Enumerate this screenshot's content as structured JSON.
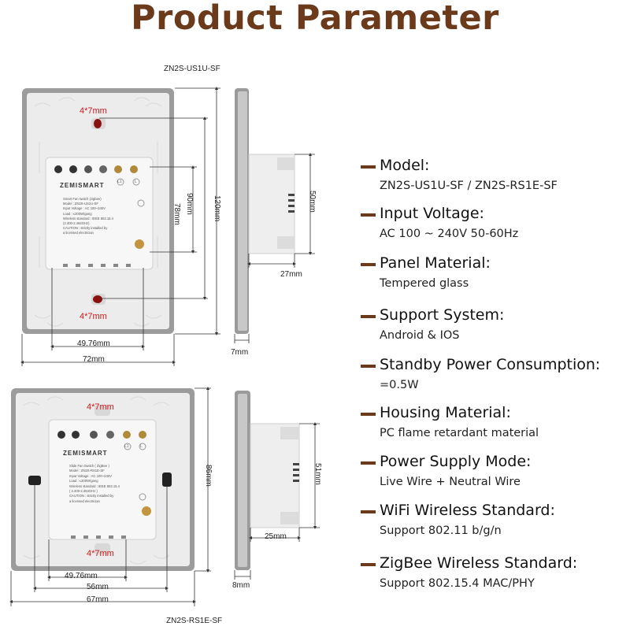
{
  "title": "Product Parameter",
  "models": {
    "top_model": "ZN2S-US1U-SF",
    "bottom_model": "ZN2S-RS1E-SF"
  },
  "dimensions": {
    "top": {
      "hole_top": "4*7mm",
      "hole_bottom": "4*7mm",
      "height_120": "120mm",
      "height_90": "90mm",
      "height_78": "78mm",
      "width_4976": "49.76mm",
      "width_72": "72mm",
      "side_depth": "27mm",
      "side_height": "50mm",
      "side_thickness": "7mm"
    },
    "bottom": {
      "hole_top": "4*7mm",
      "hole_bottom": "4*7mm",
      "height_86": "86mm",
      "width_4976": "49.76mm",
      "width_56": "56mm",
      "width_67": "67mm",
      "side_depth": "25mm",
      "side_height": "51mm",
      "side_thickness": "8mm"
    }
  },
  "module_top": {
    "brand": "ZEMISMART",
    "lines": [
      "Smart Fan switch (zigbee)",
      "Model : ZN2S-US1U-SF",
      "Input Voltage : AC 100~240V",
      "Load : ≤200W/gang",
      "Wireless standard : IEEE 802.15.4",
      "(2.400-2.484GHz)",
      "CAUTION : strictly installed by",
      "a licensed electrician"
    ],
    "terminals": [
      "L1",
      "L"
    ]
  },
  "module_bottom": {
    "brand": "ZEMISMART",
    "lines": [
      "Slide Fan Switch ( ZigBee )",
      "Model : ZN2S-RS1E-SF",
      "Input Voltage : AC 100~240V",
      "Load : ≤200W/gang",
      "Wireless standard : IEEE 802.15.4",
      "( 2.400-2.484GHz )",
      "CAUTION : strictly installed by",
      "a licensed electrician"
    ],
    "terminals": [
      "L1",
      "L"
    ]
  },
  "specs": [
    {
      "label": "Model:",
      "value": "ZN2S-US1U-SF / ZN2S-RS1E-SF"
    },
    {
      "label": "Input Voltage:",
      "value": "AC 100 ~ 240V 50-60Hz"
    },
    {
      "label": "Panel Material:",
      "value": "Tempered glass"
    },
    {
      "label": "Support System:",
      "value": "Android & IOS"
    },
    {
      "label": "Standby Power Consumption:",
      "value": "=0.5W"
    },
    {
      "label": "Housing Material:",
      "value": "PC flame retardant material"
    },
    {
      "label": "Power Supply Mode:",
      "value": "Live Wire + Neutral Wire"
    },
    {
      "label": "WiFi Wireless Standard:",
      "value": "Support 802.11 b/g/n"
    },
    {
      "label": "ZigBee Wireless Standard:",
      "value": "Support 802.15.4 MAC/PHY"
    }
  ],
  "colors": {
    "title_brown": "#6b3a1a",
    "dimension_red": "#cc1a1a",
    "panel_frame": "#9a9a9a",
    "panel_white": "#ededed"
  }
}
